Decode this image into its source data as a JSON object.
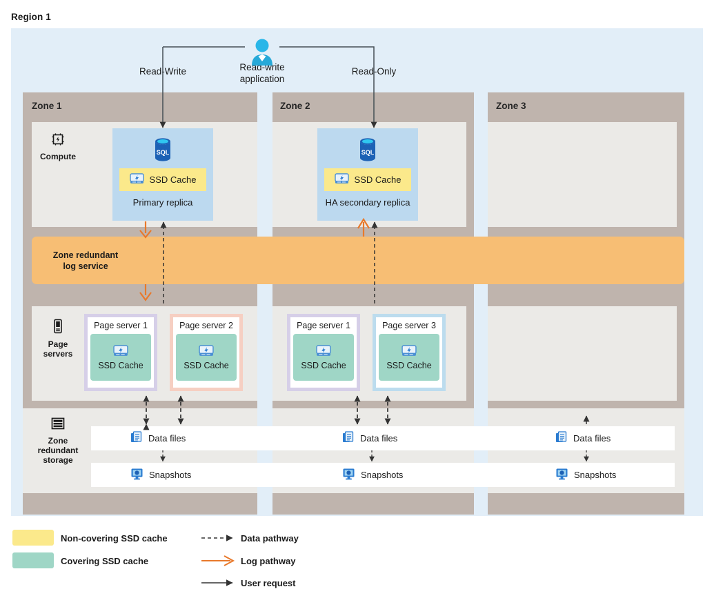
{
  "region": {
    "label": "Region 1"
  },
  "zones": [
    {
      "title": "Zone 1"
    },
    {
      "title": "Zone 2"
    },
    {
      "title": "Zone 3"
    }
  ],
  "rows": [
    {
      "label": "Compute",
      "icon": "chip-icon"
    },
    {
      "label": "Page\nservers",
      "icon": "server-icon"
    },
    {
      "label": "Zone\nredundant\nstorage",
      "icon": "storage-icon"
    }
  ],
  "row_labels": {
    "compute": "Compute",
    "page_servers_line1": "Page",
    "page_servers_line2": "servers",
    "storage_line1": "Zone",
    "storage_line2": "redundant",
    "storage_line3": "storage"
  },
  "log_service": {
    "line1": "Zone redundant",
    "line2": "log service"
  },
  "application": {
    "label_line1": "Read-write",
    "label_line2": "application",
    "icon": "user-icon",
    "left_path_label": "Read-Write",
    "right_path_label": "Read-Only"
  },
  "replicas": [
    {
      "caption": "Primary replica",
      "cache_label": "SSD Cache",
      "cache_type": "non-covering",
      "db_icon": "sql-database-icon"
    },
    {
      "caption": "HA secondary replica",
      "cache_label": "SSD Cache",
      "cache_type": "non-covering",
      "db_icon": "sql-database-icon"
    }
  ],
  "page_servers": [
    {
      "title": "Page server 1",
      "cache_label": "SSD Cache",
      "border_color": "#d6cfe8",
      "zone": "Zone 1"
    },
    {
      "title": "Page server 2",
      "cache_label": "SSD Cache",
      "border_color": "#f6cfc2",
      "zone": "Zone 1"
    },
    {
      "title": "Page server 1",
      "cache_label": "SSD Cache",
      "border_color": "#d6cfe8",
      "zone": "Zone 2"
    },
    {
      "title": "Page server 3",
      "cache_label": "SSD Cache",
      "border_color": "#bcdcee",
      "zone": "Zone 2"
    }
  ],
  "storage": {
    "data_files_label": "Data files",
    "snapshots_label": "Snapshots",
    "data_files_icon": "documents-icon",
    "snapshots_icon": "snapshot-icon",
    "columns": [
      "Zone 1",
      "Zone 2",
      "Zone 3"
    ]
  },
  "legend": {
    "swatches": [
      {
        "label": "Non-covering SSD cache",
        "color": "#fbe98b"
      },
      {
        "label": "Covering SSD cache",
        "color": "#9fd6c6"
      }
    ],
    "lines": [
      {
        "label": "Data pathway",
        "style": "dashed",
        "color": "#333333"
      },
      {
        "label": "Log pathway",
        "style": "solid",
        "color": "#e8792b"
      },
      {
        "label": "User request",
        "style": "solid",
        "color": "#333333"
      }
    ]
  },
  "colors": {
    "region_bg": "#e2eef8",
    "zone_bg": "#bfb4ad",
    "band_bg": "#ebeae7",
    "log_bar": "#f7be74",
    "replica_bg": "#bcd9ef",
    "non_covering_cache": "#fbe98b",
    "covering_cache": "#9fd6c6",
    "log_arrow": "#e8792b",
    "data_arrow": "#333333"
  }
}
